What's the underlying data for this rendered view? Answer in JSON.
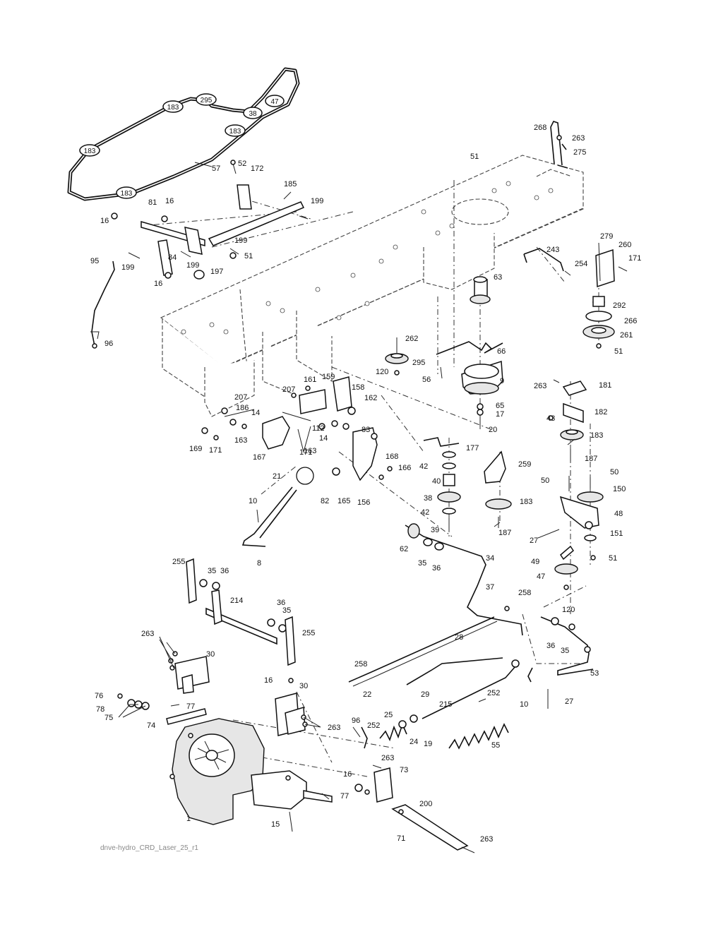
{
  "footer_text": "dnve-hydro_CRD_Laser_25_r1",
  "belt_pulley_labels": [
    "183",
    "295",
    "47",
    "38",
    "183",
    "183",
    "183"
  ],
  "callouts": [
    {
      "id": "c268",
      "text": "268"
    },
    {
      "id": "c263a",
      "text": "263"
    },
    {
      "id": "c275",
      "text": "275"
    },
    {
      "id": "c51a",
      "text": "51"
    },
    {
      "id": "c57",
      "text": "57"
    },
    {
      "id": "c52",
      "text": "52"
    },
    {
      "id": "c172",
      "text": "172"
    },
    {
      "id": "c185",
      "text": "185"
    },
    {
      "id": "c199a",
      "text": "199"
    },
    {
      "id": "c16a",
      "text": "16"
    },
    {
      "id": "c81",
      "text": "81"
    },
    {
      "id": "c16b",
      "text": "16"
    },
    {
      "id": "c199b",
      "text": "199"
    },
    {
      "id": "c51b",
      "text": "51"
    },
    {
      "id": "c95",
      "text": "95"
    },
    {
      "id": "c199c",
      "text": "199"
    },
    {
      "id": "c84",
      "text": "84"
    },
    {
      "id": "c199d",
      "text": "199"
    },
    {
      "id": "c197",
      "text": "197"
    },
    {
      "id": "c16c",
      "text": "16"
    },
    {
      "id": "c96a",
      "text": "96"
    },
    {
      "id": "c243",
      "text": "243"
    },
    {
      "id": "c254",
      "text": "254"
    },
    {
      "id": "c279",
      "text": "279"
    },
    {
      "id": "c260",
      "text": "260"
    },
    {
      "id": "c171a",
      "text": "171"
    },
    {
      "id": "c63",
      "text": "63"
    },
    {
      "id": "c292",
      "text": "292"
    },
    {
      "id": "c266",
      "text": "266"
    },
    {
      "id": "c261",
      "text": "261"
    },
    {
      "id": "c51c",
      "text": "51"
    },
    {
      "id": "c262",
      "text": "262"
    },
    {
      "id": "c66",
      "text": "66"
    },
    {
      "id": "c120a",
      "text": "120"
    },
    {
      "id": "c295",
      "text": "295"
    },
    {
      "id": "c56",
      "text": "56"
    },
    {
      "id": "c9",
      "text": "9"
    },
    {
      "id": "c263b",
      "text": "263"
    },
    {
      "id": "c181",
      "text": "181"
    },
    {
      "id": "c65",
      "text": "65"
    },
    {
      "id": "c17",
      "text": "17"
    },
    {
      "id": "c20",
      "text": "20"
    },
    {
      "id": "c182",
      "text": "182"
    },
    {
      "id": "c43",
      "text": "43"
    },
    {
      "id": "c183a",
      "text": "183"
    },
    {
      "id": "c161",
      "text": "161"
    },
    {
      "id": "c159",
      "text": "159"
    },
    {
      "id": "c158",
      "text": "158"
    },
    {
      "id": "c207a",
      "text": "207"
    },
    {
      "id": "c162",
      "text": "162"
    },
    {
      "id": "c207b",
      "text": "207"
    },
    {
      "id": "c186",
      "text": "186"
    },
    {
      "id": "c14a",
      "text": "14"
    },
    {
      "id": "c112",
      "text": "112"
    },
    {
      "id": "c14b",
      "text": "14"
    },
    {
      "id": "c83",
      "text": "83"
    },
    {
      "id": "c163a",
      "text": "163"
    },
    {
      "id": "c163b",
      "text": "163"
    },
    {
      "id": "c169",
      "text": "169"
    },
    {
      "id": "c171b",
      "text": "171"
    },
    {
      "id": "c171c",
      "text": "171"
    },
    {
      "id": "c167",
      "text": "167"
    },
    {
      "id": "c177",
      "text": "177"
    },
    {
      "id": "c187a",
      "text": "187"
    },
    {
      "id": "c42a",
      "text": "42"
    },
    {
      "id": "c168",
      "text": "168"
    },
    {
      "id": "c166",
      "text": "166"
    },
    {
      "id": "c259",
      "text": "259"
    },
    {
      "id": "c21",
      "text": "21"
    },
    {
      "id": "c40",
      "text": "40"
    },
    {
      "id": "c50a",
      "text": "50"
    },
    {
      "id": "c50b",
      "text": "50"
    },
    {
      "id": "c150",
      "text": "150"
    },
    {
      "id": "c82",
      "text": "82"
    },
    {
      "id": "c165",
      "text": "165"
    },
    {
      "id": "c156",
      "text": "156"
    },
    {
      "id": "c38",
      "text": "38"
    },
    {
      "id": "c183b",
      "text": "183"
    },
    {
      "id": "c48",
      "text": "48"
    },
    {
      "id": "c10a",
      "text": "10"
    },
    {
      "id": "c42b",
      "text": "42"
    },
    {
      "id": "c39",
      "text": "39"
    },
    {
      "id": "c187b",
      "text": "187"
    },
    {
      "id": "c27a",
      "text": "27"
    },
    {
      "id": "c151",
      "text": "151"
    },
    {
      "id": "c62",
      "text": "62"
    },
    {
      "id": "c8",
      "text": "8"
    },
    {
      "id": "c35a",
      "text": "35"
    },
    {
      "id": "c36a",
      "text": "36"
    },
    {
      "id": "c34",
      "text": "34"
    },
    {
      "id": "c49",
      "text": "49"
    },
    {
      "id": "c51d",
      "text": "51"
    },
    {
      "id": "c255a",
      "text": "255"
    },
    {
      "id": "c35b",
      "text": "35"
    },
    {
      "id": "c36b",
      "text": "36"
    },
    {
      "id": "c47",
      "text": "47"
    },
    {
      "id": "c37",
      "text": "37"
    },
    {
      "id": "c258a",
      "text": "258"
    },
    {
      "id": "c120b",
      "text": "120"
    },
    {
      "id": "c214",
      "text": "214"
    },
    {
      "id": "c36c",
      "text": "36"
    },
    {
      "id": "c35c",
      "text": "35"
    },
    {
      "id": "c255b",
      "text": "255"
    },
    {
      "id": "c263c",
      "text": "263"
    },
    {
      "id": "c28",
      "text": "28"
    },
    {
      "id": "c36d",
      "text": "36"
    },
    {
      "id": "c35d",
      "text": "35"
    },
    {
      "id": "c30a",
      "text": "30"
    },
    {
      "id": "c258b",
      "text": "258"
    },
    {
      "id": "c53",
      "text": "53"
    },
    {
      "id": "c16d",
      "text": "16"
    },
    {
      "id": "c30b",
      "text": "30"
    },
    {
      "id": "c22",
      "text": "22"
    },
    {
      "id": "c29",
      "text": "29"
    },
    {
      "id": "c252a",
      "text": "252"
    },
    {
      "id": "c10b",
      "text": "10"
    },
    {
      "id": "c76",
      "text": "76"
    },
    {
      "id": "c78",
      "text": "78"
    },
    {
      "id": "c75",
      "text": "75"
    },
    {
      "id": "c77a",
      "text": "77"
    },
    {
      "id": "c215",
      "text": "215"
    },
    {
      "id": "c27b",
      "text": "27"
    },
    {
      "id": "c74",
      "text": "74"
    },
    {
      "id": "c263d",
      "text": "263"
    },
    {
      "id": "c96b",
      "text": "96"
    },
    {
      "id": "c25",
      "text": "25"
    },
    {
      "id": "c252b",
      "text": "252"
    },
    {
      "id": "c24",
      "text": "24"
    },
    {
      "id": "c19",
      "text": "19"
    },
    {
      "id": "c55",
      "text": "55"
    },
    {
      "id": "c263e",
      "text": "263"
    },
    {
      "id": "c73",
      "text": "73"
    },
    {
      "id": "c16e",
      "text": "16"
    },
    {
      "id": "c77b",
      "text": "77"
    },
    {
      "id": "c200",
      "text": "200"
    },
    {
      "id": "c1",
      "text": "1"
    },
    {
      "id": "c15",
      "text": "15"
    },
    {
      "id": "c71",
      "text": "71"
    },
    {
      "id": "c263f",
      "text": "263"
    }
  ]
}
